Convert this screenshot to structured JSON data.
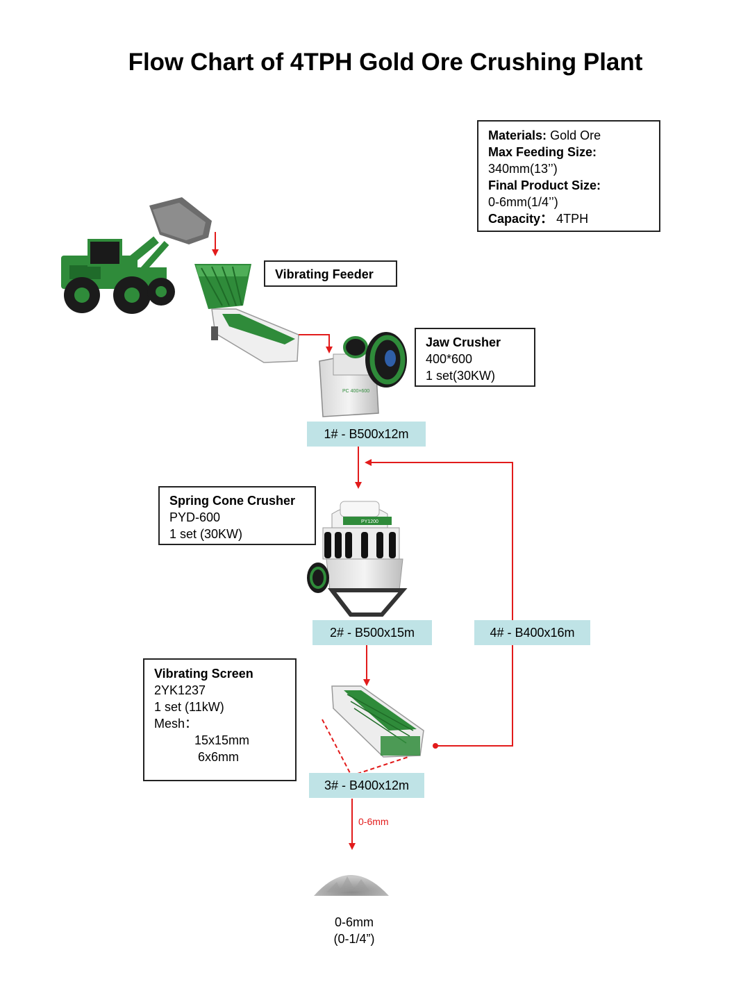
{
  "title": "Flow Chart of 4TPH Gold Ore Crushing Plant",
  "specs": {
    "materials_label": "Materials:",
    "materials_value": "Gold Ore",
    "max_feed_label": "Max Feeding Size:",
    "max_feed_value": "340mm(13’’)",
    "final_label": "Final Product Size:",
    "final_value": "0-6mm(1/4’’)",
    "capacity_label": "Capacity：",
    "capacity_value": "4TPH"
  },
  "feeder": {
    "label": "Vibrating Feeder"
  },
  "jaw": {
    "title": "Jaw Crusher",
    "model": "400*600",
    "qty": "1 set(30KW)"
  },
  "cone": {
    "title": "Spring Cone Crusher",
    "model": "PYD-600",
    "qty": "1 set  (30KW)"
  },
  "screen": {
    "title": "Vibrating Screen",
    "model": "2YK1237",
    "qty": "1 set  (11kW)",
    "mesh_label": "Mesh：",
    "mesh1": "15x15mm",
    "mesh2": "6x6mm"
  },
  "belts": {
    "b1": "1# - B500x12m",
    "b2": "2# - B500x15m",
    "b3": "3# - B400x12m",
    "b4": "4# - B400x16m"
  },
  "output_arrow_label": "0-6mm",
  "product": {
    "size_mm": "0-6mm",
    "size_in": "(0-1/4”)"
  },
  "colors": {
    "arrow": "#e21b1b",
    "belt_tag": "#bfe3e6",
    "machine_green": "#2e8b3a"
  },
  "machine_plates": {
    "jaw_plate": "PC 400×600",
    "cone_plate": "PY1200"
  }
}
